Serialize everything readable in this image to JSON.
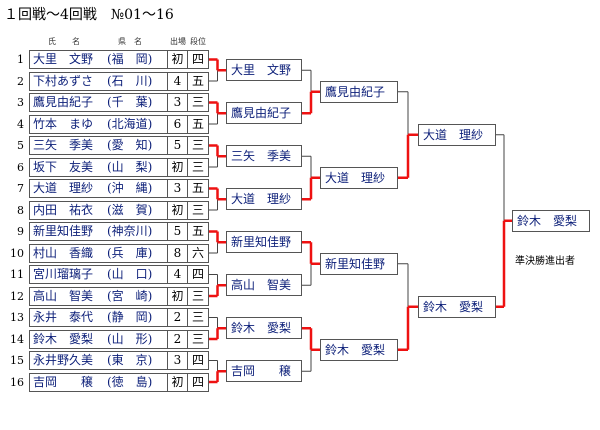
{
  "title": "１回戦～4回戦　№01～16",
  "headers": {
    "name": "氏　　名",
    "pref": "県　名",
    "count": "出場",
    "rank": "段位"
  },
  "players": [
    {
      "no": "1",
      "name": "大里　文野",
      "pref": "(福　岡)",
      "count": "初",
      "rank": "四"
    },
    {
      "no": "2",
      "name": "下村あずさ",
      "pref": "(石　川)",
      "count": "4",
      "rank": "五"
    },
    {
      "no": "3",
      "name": "鷹見由紀子",
      "pref": "(千　葉)",
      "count": "3",
      "rank": "三"
    },
    {
      "no": "4",
      "name": "竹本　まゆ",
      "pref": "(北海道)",
      "count": "6",
      "rank": "五"
    },
    {
      "no": "5",
      "name": "三矢　季美",
      "pref": "(愛　知)",
      "count": "5",
      "rank": "三"
    },
    {
      "no": "6",
      "name": "坂下　友美",
      "pref": "(山　梨)",
      "count": "初",
      "rank": "三"
    },
    {
      "no": "7",
      "name": "大道　理紗",
      "pref": "(沖　縄)",
      "count": "3",
      "rank": "五"
    },
    {
      "no": "8",
      "name": "内田　祐衣",
      "pref": "(滋　賀)",
      "count": "初",
      "rank": "三"
    },
    {
      "no": "9",
      "name": "新里知佳野",
      "pref": "(神奈川)",
      "count": "5",
      "rank": "五"
    },
    {
      "no": "10",
      "name": "村山　香織",
      "pref": "(兵　庫)",
      "count": "8",
      "rank": "六"
    },
    {
      "no": "11",
      "name": "宮川瑠璃子",
      "pref": "(山　口)",
      "count": "4",
      "rank": "四"
    },
    {
      "no": "12",
      "name": "高山　智美",
      "pref": "(宮　崎)",
      "count": "初",
      "rank": "三"
    },
    {
      "no": "13",
      "name": "永井　泰代",
      "pref": "(静　岡)",
      "count": "2",
      "rank": "三"
    },
    {
      "no": "14",
      "name": "鈴木　愛梨",
      "pref": "(山　形)",
      "count": "2",
      "rank": "三"
    },
    {
      "no": "15",
      "name": "永井野久美",
      "pref": "(東　京)",
      "count": "3",
      "rank": "四"
    },
    {
      "no": "16",
      "name": "吉岡　　穣",
      "pref": "(徳　島)",
      "count": "初",
      "rank": "四"
    }
  ],
  "round1": [
    "大里　文野",
    "鷹見由紀子",
    "三矢　季美",
    "大道　理紗",
    "新里知佳野",
    "高山　智美",
    "鈴木　愛梨",
    "吉岡　　穣"
  ],
  "round2": [
    "鷹見由紀子",
    "大道　理紗",
    "新里知佳野",
    "鈴木　愛梨"
  ],
  "round3": [
    "大道　理紗",
    "鈴木　愛梨"
  ],
  "round4": [
    "鈴木　愛梨"
  ],
  "note": "準決勝進出者",
  "colors": {
    "win_line": "#ee1111",
    "lose_line": "#444444",
    "name_text": "#0b1e78"
  }
}
